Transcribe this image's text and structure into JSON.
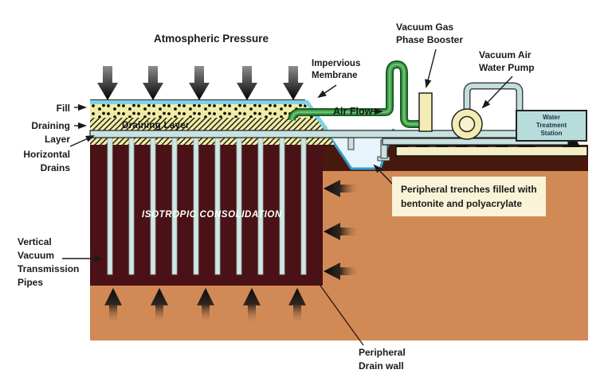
{
  "labels": {
    "atmospheric_pressure": "Atmospheric Pressure",
    "impervious_membrane": [
      "Impervious",
      "Membrane"
    ],
    "vacuum_gas_booster": [
      "Vacuum Gas",
      "Phase Booster"
    ],
    "vacuum_air_pump": [
      "Vacuum Air",
      "Water Pump"
    ],
    "air_flow": "Air Flow",
    "fill": "Fill",
    "draining_layer": [
      "Draining",
      "Layer"
    ],
    "horizontal_drains": [
      "Horizontal",
      "Drains"
    ],
    "draining_layer_inner": "Draining Layer",
    "isotropic_consolidation": "ISOTROPIC CONSOLIDATION",
    "vertical_pipes": [
      "Vertical",
      "Vacuum",
      "Transmission",
      "Pipes"
    ],
    "trench_note": [
      "Peripheral trenches filled with",
      "bentonite and polyacrylate"
    ],
    "drain_wall": [
      "Peripheral",
      "Drain wall"
    ],
    "treatment_station": [
      "Water",
      "Treatment",
      "Station"
    ]
  },
  "colors": {
    "soil_dark": "#4a1216",
    "soil_tan": "#d18a56",
    "ground_band": "#47190d",
    "fill_layer": "#f1eca4",
    "pipe_blue": "#c9e2e1",
    "pipe_green": "#3fa04a",
    "membrane_cyan": "#7fd0e8",
    "trench_water": "#e6f4fb",
    "trench_border": "#2f9cd1",
    "equipment_yellow": "#f3edb4",
    "station_blue": "#b7dcd9",
    "platform_cream": "#f4eec5",
    "note_bg": "#f9f4d8"
  }
}
